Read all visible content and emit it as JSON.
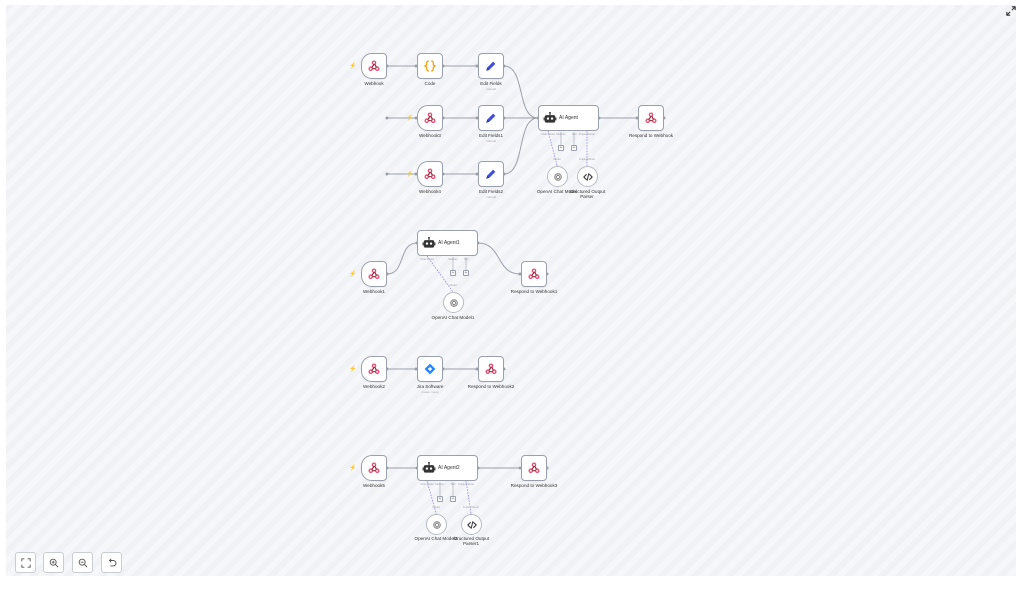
{
  "colors": {
    "webhook": "#ea4b71",
    "code": "#f59e0b",
    "edit": "#3f4ed8",
    "jira": "#2684ff",
    "wire": "#9aa0ab",
    "trigger": "#ff6d5a"
  },
  "trigger_icon": "lightning-icon",
  "workflow1": {
    "webhook": {
      "label": "Webhook",
      "icon": "webhook-icon"
    },
    "code": {
      "label": "Code",
      "icon": "code-braces-icon"
    },
    "edit_fields": {
      "label": "Edit Fields",
      "sublabel": "manual",
      "icon": "pencil-icon"
    },
    "webhook3": {
      "label": "Webhook3",
      "icon": "webhook-icon"
    },
    "edit_fields1": {
      "label": "Edit Fields1",
      "sublabel": "manual",
      "icon": "pencil-icon"
    },
    "webhook4": {
      "label": "Webhook4",
      "icon": "webhook-icon"
    },
    "edit_fields2": {
      "label": "Edit Fields2",
      "sublabel": "manual",
      "icon": "pencil-icon"
    },
    "agent": {
      "title": "AI Agent",
      "icon": "robot-icon"
    },
    "respond": {
      "label": "Respond to Webhook",
      "icon": "webhook-icon"
    },
    "model": {
      "label": "OpenAI Chat Model",
      "icon": "openai-icon"
    },
    "parser": {
      "label": "Structured Output Parser",
      "icon": "code-tag-icon"
    },
    "ports": {
      "chat_model": "Chat Model",
      "memory": "Memory",
      "tool": "Tool",
      "output_parser": "Output Parser"
    },
    "connector_labels": {
      "model": "Model",
      "output_parser": "Output Parser"
    }
  },
  "workflow2": {
    "webhook": {
      "label": "Webhook1",
      "icon": "webhook-icon"
    },
    "agent": {
      "title": "AI Agent1",
      "icon": "robot-icon"
    },
    "respond": {
      "label": "Respond to Webhook1",
      "icon": "webhook-icon"
    },
    "model": {
      "label": "OpenAI Chat Model1",
      "icon": "openai-icon"
    },
    "ports": {
      "chat_model": "Chat Model",
      "memory": "Memory",
      "tool": "Tool"
    },
    "connector_labels": {
      "model": "Model"
    }
  },
  "workflow3": {
    "webhook": {
      "label": "Webhook2",
      "icon": "webhook-icon"
    },
    "jira": {
      "label": "Jira Software",
      "sublabel": "create: issue",
      "icon": "jira-icon"
    },
    "respond": {
      "label": "Respond to Webhook2",
      "icon": "webhook-icon"
    }
  },
  "workflow4": {
    "webhook": {
      "label": "Webhook5",
      "icon": "webhook-icon"
    },
    "agent": {
      "title": "AI Agent2",
      "icon": "robot-icon"
    },
    "respond": {
      "label": "Respond to Webhook3",
      "icon": "webhook-icon"
    },
    "model": {
      "label": "OpenAI Chat Model2",
      "icon": "openai-icon"
    },
    "parser": {
      "label": "Structured Output Parser1",
      "icon": "code-tag-icon"
    },
    "ports": {
      "chat_model": "Chat Model",
      "memory": "Memory",
      "tool": "Tool",
      "output_parser": "Output Parser"
    },
    "connector_labels": {
      "model": "Model",
      "output_parser": "Output Parser"
    }
  },
  "controls": {
    "fit_view": "fit-view-icon",
    "zoom_in": "zoom-in-icon",
    "zoom_out": "zoom-out-icon",
    "reset": "undo-icon",
    "expand": "expand-icon"
  }
}
